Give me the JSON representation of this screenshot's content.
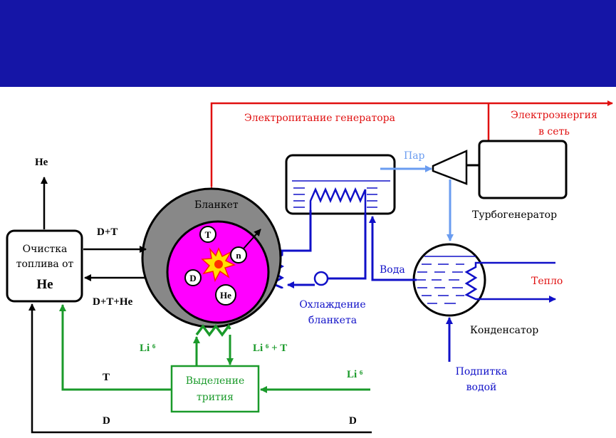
{
  "colors": {
    "banner": "#1515a6",
    "red": "#e01010",
    "blue": "#1010c8",
    "light_blue": "#6a9cf0",
    "green": "#1a9a2a",
    "black": "#000000",
    "blanket_gray": "#888888",
    "plasma": "#ff00ff"
  },
  "labels": {
    "power_supply": "Электропитание генератора",
    "power_to_grid_line1": "Электроэнергия",
    "power_to_grid_line2": "в сеть",
    "blanket": "Бланкет",
    "steam": "Пар",
    "turbogenerator": "Турбогенератор",
    "water": "Вода",
    "heat": "Тепло",
    "condenser": "Конденсатор",
    "makeup_line1": "Подпитка",
    "makeup_line2": "водой",
    "cooling_line1": "Охлаждение",
    "cooling_line2": "бланкета",
    "he_top": "He",
    "cleaning_line1": "Очистка",
    "cleaning_line2": "топлива от",
    "cleaning_line3": "He",
    "d_plus_t": "D+T",
    "d_t_he": "D+T+He",
    "li6_left": "Li ⁶",
    "li6_t": "Li ⁶  + T",
    "li6_right": "Li ⁶",
    "t_label": "T",
    "d_left": "D",
    "d_right": "D",
    "tritium_line1": "Выделение",
    "tritium_line2": "трития",
    "particle_t": "T",
    "particle_n": "n",
    "particle_d": "D",
    "particle_he": "He"
  }
}
